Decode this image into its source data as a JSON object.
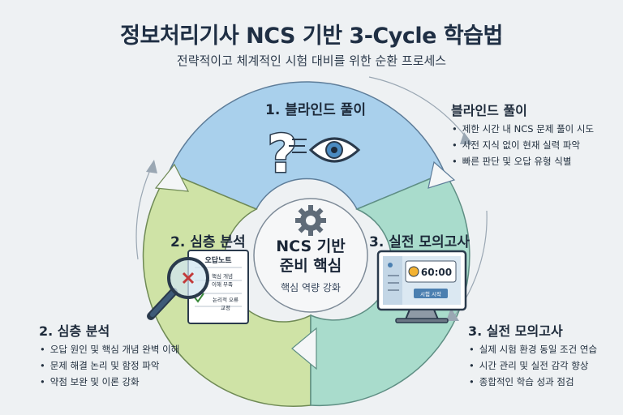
{
  "title": "정보처리기사 NCS 기반 3-Cycle 학습법",
  "subtitle": "전략적이고 체계적인 시험 대비를 위한 순환 프로세스",
  "center": {
    "line1": "NCS 기반",
    "line2": "준비 핵심",
    "caption": "핵심 역량 강화",
    "icon": "gear-icon"
  },
  "segments": {
    "blind": {
      "label": "1. 블라인드 풀이",
      "color": "#a9d0ec",
      "icons": [
        "question-mark-icon",
        "eye-icon"
      ]
    },
    "analysis": {
      "label": "2. 심층 분석",
      "color": "#cfe3a6",
      "icons": [
        "magnifier-icon",
        "note-icon"
      ],
      "note": {
        "title": "오답노트",
        "line1": "핵심 개념",
        "line2": "이해 부족",
        "line3": "논리적 오류",
        "line4": "교정"
      }
    },
    "mock": {
      "label": "3. 실전 모의고사",
      "color": "#a9dccc",
      "icons": [
        "monitor-icon",
        "timer-icon"
      ],
      "timer": "60:00",
      "start_button": "시험 시작"
    }
  },
  "details": {
    "blind": {
      "title": "블라인드 풀이",
      "items": [
        "제한 시간 내 NCS 문제 풀이 시도",
        "사전 지식 없이 현재 실력 파악",
        "빠른 판단 및 오답 유형 식별"
      ]
    },
    "analysis": {
      "title": "2. 심층 분석",
      "items": [
        "오답 원인 및 핵심 개념 완벽 이해",
        "문제 해결 논리 및 함정 파악",
        "약점 보완 및 이론 강화"
      ]
    },
    "mock": {
      "title": "3. 실전 모의고사",
      "items": [
        "실제 시험 환경 동일 조건 연습",
        "시간 관리 및 실전 감각 향상",
        "종합적인 학습 성과 점검"
      ]
    }
  }
}
